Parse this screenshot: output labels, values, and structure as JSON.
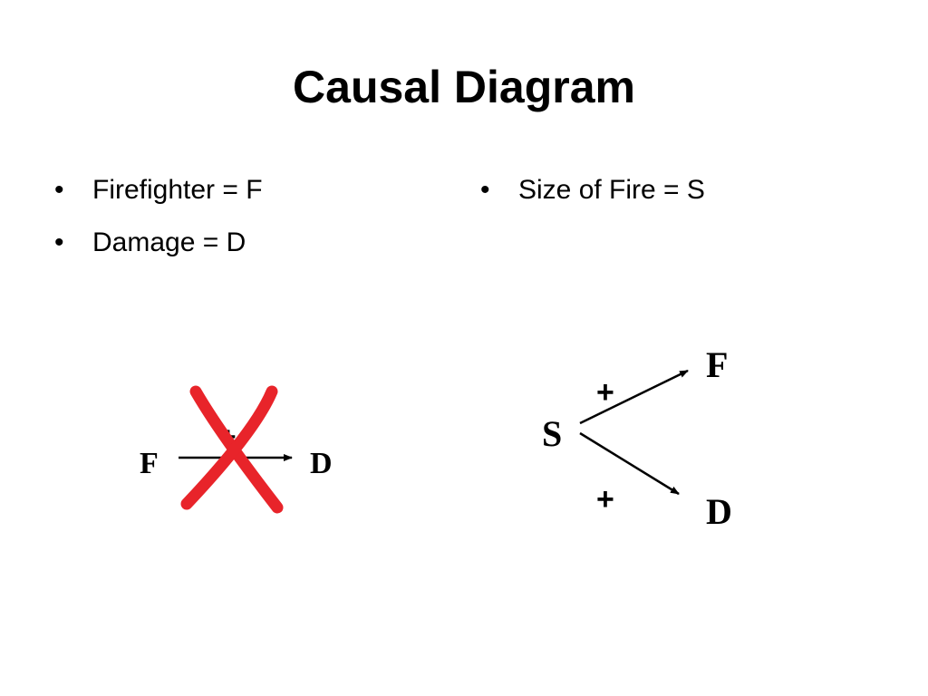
{
  "slide": {
    "title": "Causal Diagram",
    "bullets_left": [
      "Firefighter = F",
      "Damage = D"
    ],
    "bullets_right": [
      "Size of Fire = S"
    ]
  },
  "rejected_diagram": {
    "source": "F",
    "target": "D",
    "sign": "+",
    "crossed_out": true,
    "cross_color": "#e8242a"
  },
  "accepted_diagram": {
    "cause": "S",
    "effects": [
      {
        "node": "F",
        "sign": "+"
      },
      {
        "node": "D",
        "sign": "+"
      }
    ]
  }
}
